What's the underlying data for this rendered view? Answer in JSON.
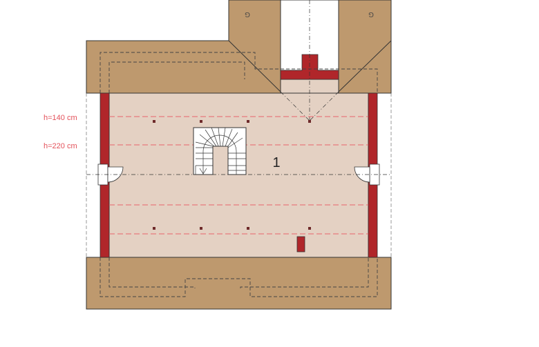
{
  "labels": {
    "h140": "h=140 cm",
    "h220": "h=220 cm",
    "room_number": "1",
    "dormer_left_mark": "G",
    "dormer_right_mark": "G"
  },
  "colors": {
    "roof": "#be996e",
    "floor": "#e4d1c3",
    "wall": "#b0262a",
    "outline": "#333333",
    "height_line": "#e8646b",
    "label_text": "#e35059"
  }
}
